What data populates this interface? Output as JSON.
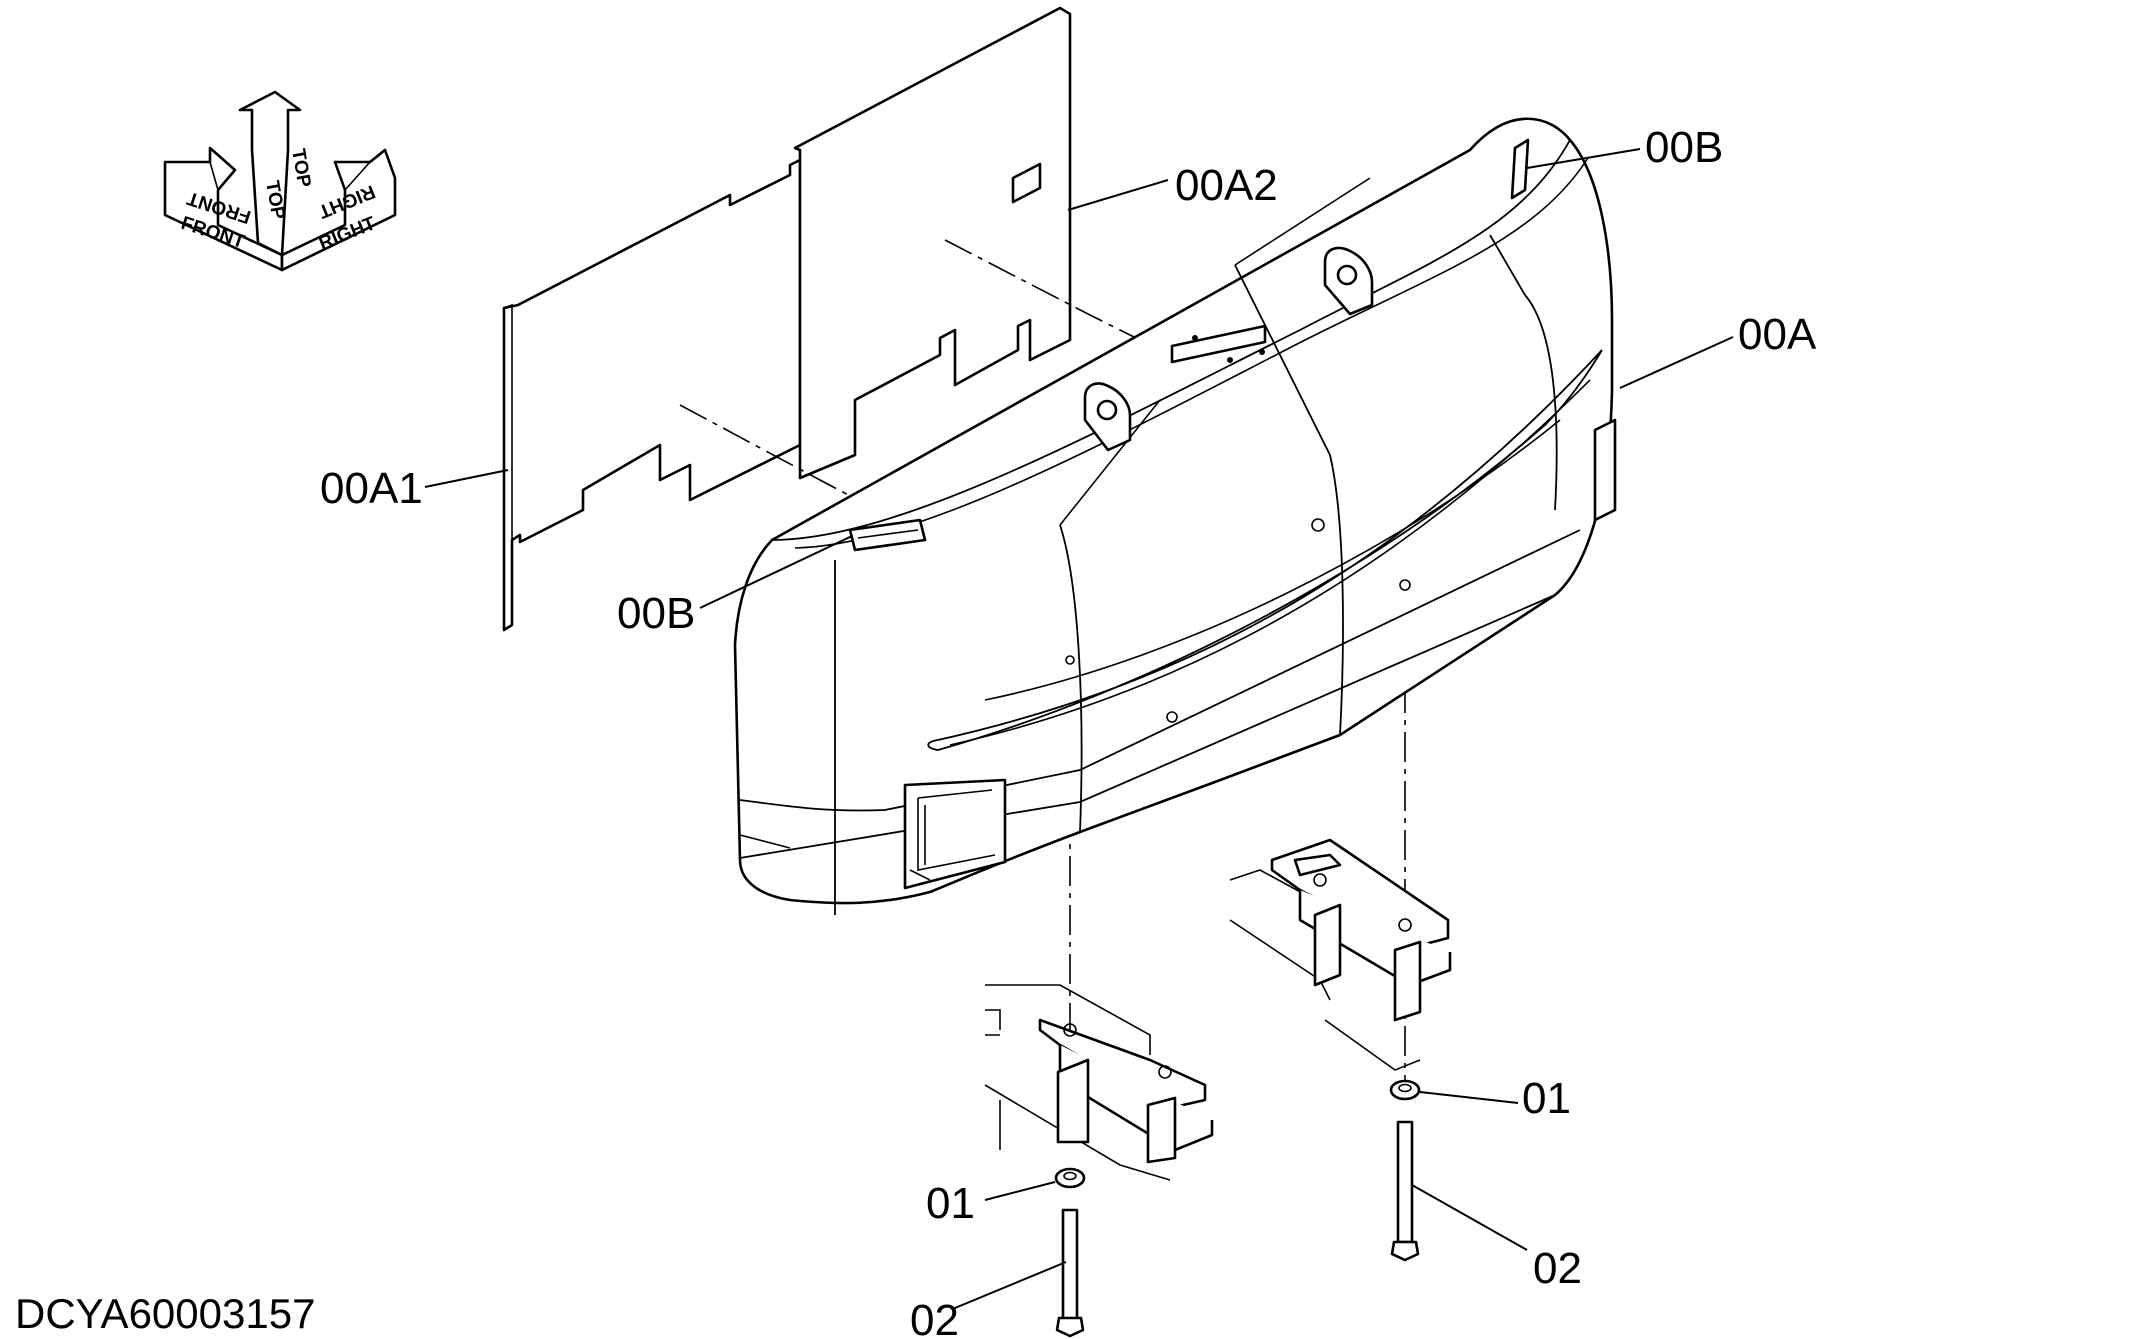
{
  "drawing_code": "DCYA60003157",
  "orientation": {
    "front": "FRONT",
    "top": "TOP",
    "right": "RIGHT"
  },
  "callouts": {
    "plate_2": "00A2",
    "pad_top": "00B",
    "counterweight": "00A",
    "plate_1": "00A1",
    "pad_front": "00B",
    "washer_right": "01",
    "washer_left": "01",
    "bolt_right": "02",
    "bolt_left": "02"
  }
}
